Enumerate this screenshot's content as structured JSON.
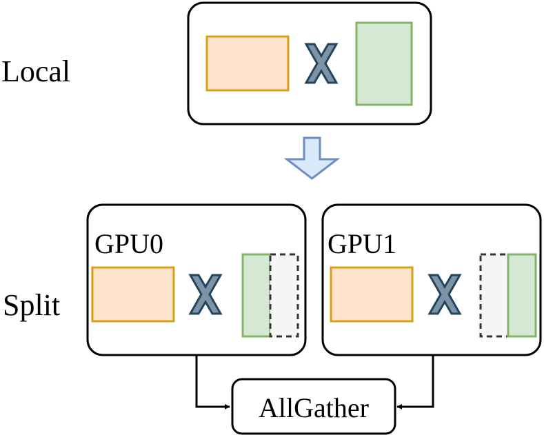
{
  "row_labels": {
    "local": "Local",
    "split": "Split"
  },
  "gpu0": {
    "title": "GPU0"
  },
  "gpu1": {
    "title": "GPU1"
  },
  "allgather": {
    "label": "AllGather"
  },
  "multiply_symbol": "X",
  "colors": {
    "orange_fill": "#fde3cb",
    "orange_stroke": "#d6a015",
    "green_fill": "#d5e8d4",
    "green_stroke": "#82b366",
    "x_fill": "#7e93a6",
    "x_stroke": "#23445d",
    "arrow_fill": "#dae8fc",
    "arrow_stroke": "#6c8ebf",
    "dashed_fill": "#f5f5f5",
    "dashed_stroke": "#333333"
  }
}
